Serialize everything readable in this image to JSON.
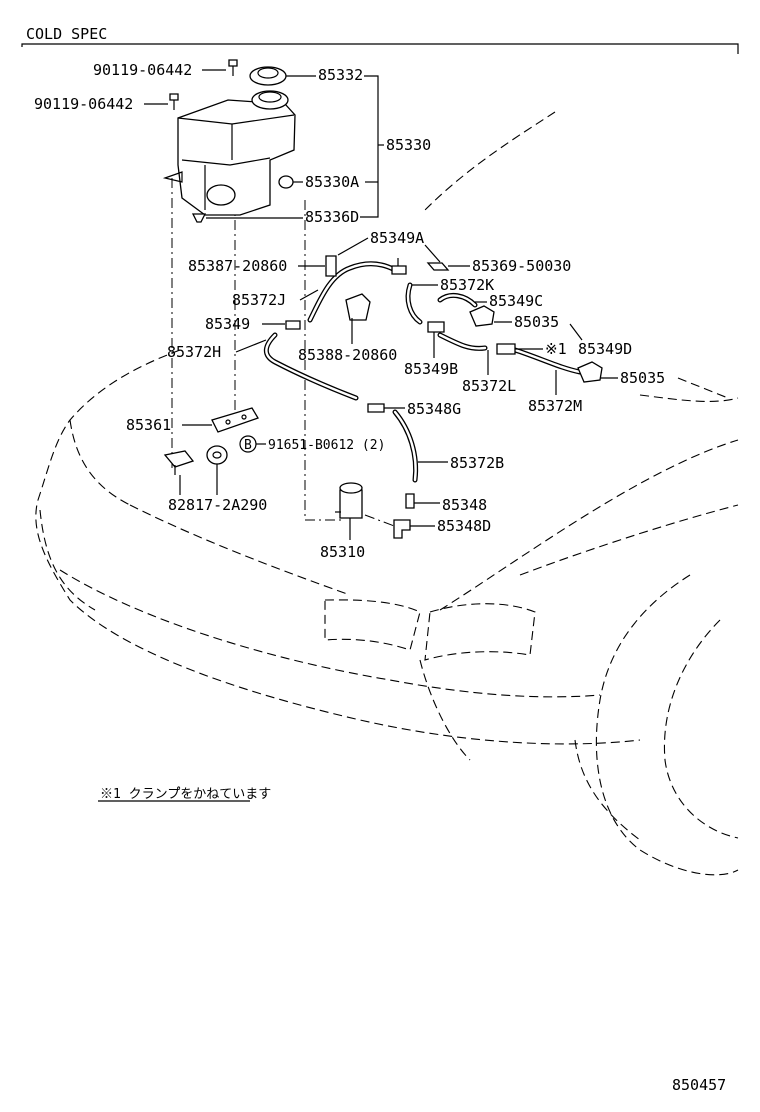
{
  "header": {
    "section_title": "COLD SPEC"
  },
  "footer": {
    "figure_number": "850457"
  },
  "note": {
    "text": "※1 クランプ゚をかねています"
  },
  "bolt_marker": {
    "letter": "B"
  },
  "labels": {
    "p90119_a": "90119-06442",
    "p90119_b": "90119-06442",
    "p85332": "85332",
    "p85330": "85330",
    "p85330a": "85330A",
    "p85336d": "85336D",
    "p85349a": "85349A",
    "p85387": "85387-20860",
    "p85369": "85369-50030",
    "p85372k": "85372K",
    "p85372j": "85372J",
    "p85349c": "85349C",
    "p85349": "85349",
    "p85035_a": "85035",
    "p85372h": "85372H",
    "p85388": "85388-20860",
    "p_clamp_ref": "※1",
    "p85349d": "85349D",
    "p85349b": "85349B",
    "p85035_b": "85035",
    "p85372l": "85372L",
    "p85372m": "85372M",
    "p85348g": "85348G",
    "p85361": "85361",
    "p91651": "91651-B0612 (2)",
    "p85372b": "85372B",
    "p82817": "82817-2A290",
    "p85348": "85348",
    "p85348d": "85348D",
    "p85310": "85310"
  }
}
